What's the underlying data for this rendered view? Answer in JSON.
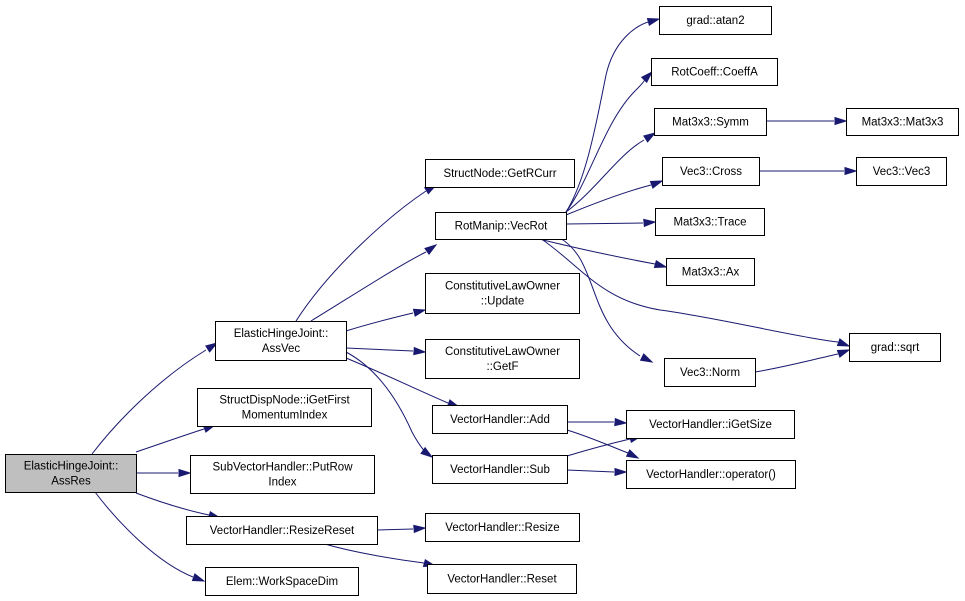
{
  "nodes": {
    "root": [
      "ElasticHingeJoint::",
      "AssRes"
    ],
    "assvec": [
      "ElasticHingeJoint::",
      "AssVec"
    ],
    "structdisp": [
      "StructDispNode::iGetFirst",
      "MomentumIndex"
    ],
    "subvec": [
      "SubVectorHandler::PutRow",
      "Index"
    ],
    "resizereset": [
      "VectorHandler::ResizeReset"
    ],
    "workspace": [
      "Elem::WorkSpaceDim"
    ],
    "getrcurr": [
      "StructNode::GetRCurr"
    ],
    "vecrot": [
      "RotManip::VecRot"
    ],
    "update": [
      "ConstitutiveLawOwner",
      "::Update"
    ],
    "getf": [
      "ConstitutiveLawOwner",
      "::GetF"
    ],
    "add": [
      "VectorHandler::Add"
    ],
    "sub": [
      "VectorHandler::Sub"
    ],
    "resize": [
      "VectorHandler::Resize"
    ],
    "reset": [
      "VectorHandler::Reset"
    ],
    "atan2": [
      "grad::atan2"
    ],
    "coeffa": [
      "RotCoeff::CoeffA"
    ],
    "symm": [
      "Mat3x3::Symm"
    ],
    "cross": [
      "Vec3::Cross"
    ],
    "trace": [
      "Mat3x3::Trace"
    ],
    "ax": [
      "Mat3x3::Ax"
    ],
    "norm": [
      "Vec3::Norm"
    ],
    "igetsize": [
      "VectorHandler::iGetSize"
    ],
    "operator": [
      "VectorHandler::operator()"
    ],
    "sqrt": [
      "grad::sqrt"
    ],
    "mat3x3": [
      "Mat3x3::Mat3x3"
    ],
    "vec3": [
      "Vec3::Vec3"
    ]
  },
  "colors": {
    "edge": "#191970",
    "root_fill": "#bfbfbf",
    "node_fill": "#ffffff",
    "node_border": "#000000"
  }
}
